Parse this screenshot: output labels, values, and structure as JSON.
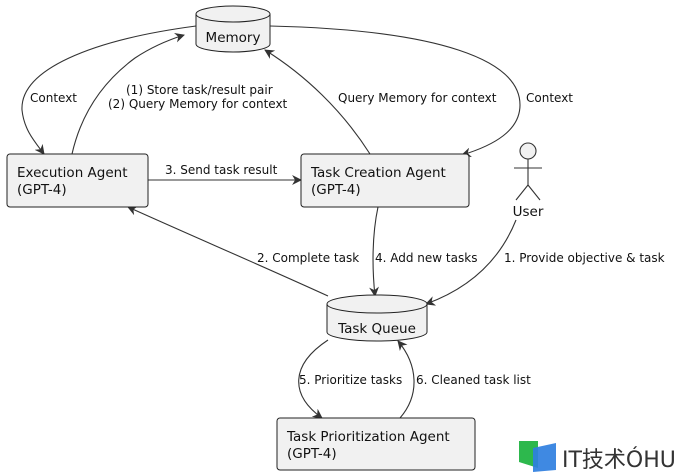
{
  "nodes": {
    "memory": "Memory",
    "execution_agent": [
      "Execution Agent",
      "(GPT-4)"
    ],
    "task_creation_agent": [
      "Task Creation Agent",
      "(GPT-4)"
    ],
    "user": "User",
    "task_queue": "Task Queue",
    "task_prioritization_agent": [
      "Task Prioritization Agent",
      "(GPT-4)"
    ]
  },
  "edges": {
    "memory_to_execution": "Context",
    "execution_to_memory": [
      "(1) Store task/result pair",
      "(2) Query Memory for context"
    ],
    "task_creation_to_memory": "Query Memory for context",
    "memory_to_task_creation": "Context",
    "execution_to_task_creation": "3. Send task result",
    "queue_to_execution": "2. Complete task",
    "task_creation_to_queue": "4. Add new tasks",
    "user_to_queue": "1. Provide objective & task",
    "queue_to_prioritization": "5. Prioritize tasks",
    "prioritization_to_queue": "6. Cleaned task list"
  },
  "watermark": {
    "text": "IT技术ÓHU",
    "colors": [
      "#2db84d",
      "#2f7fe0"
    ]
  }
}
